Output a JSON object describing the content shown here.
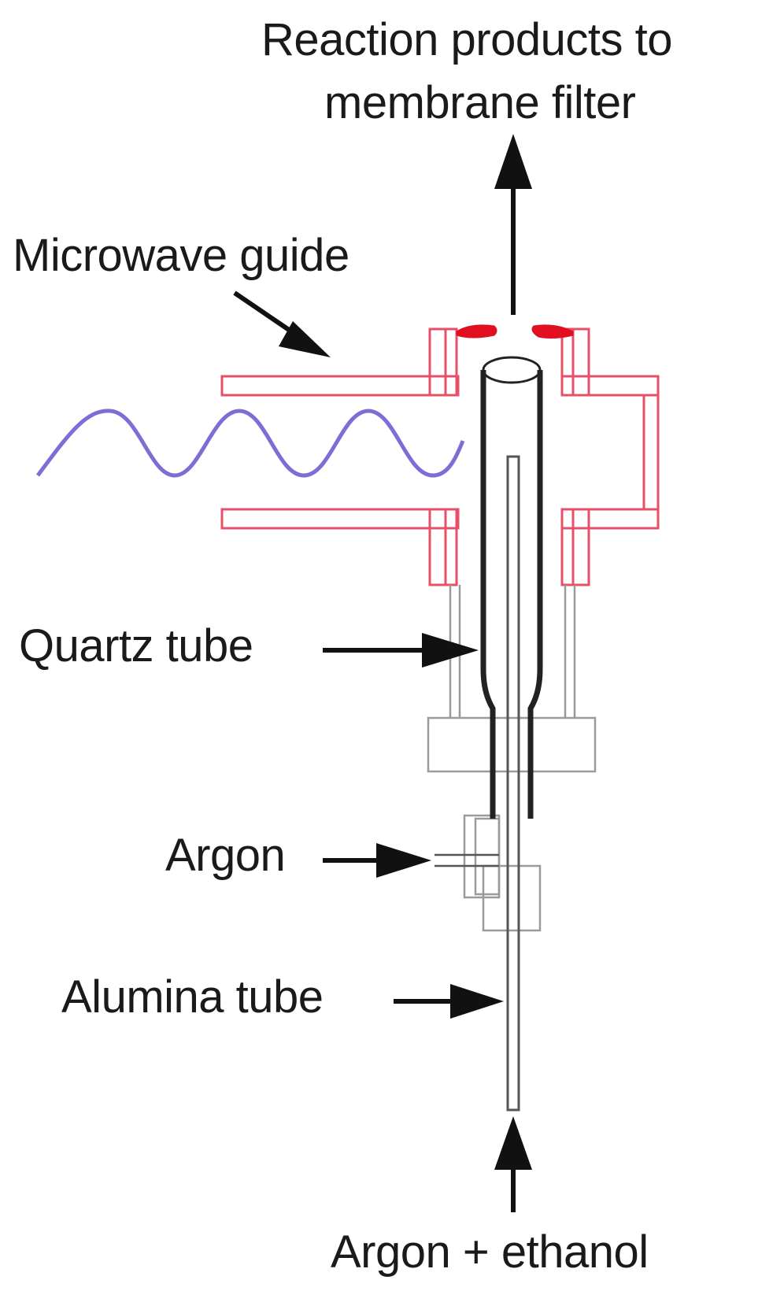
{
  "labels": {
    "outlet_line1": "Reaction products to",
    "outlet_line2": "membrane filter",
    "microwave_guide": "Microwave guide",
    "quartz_tube": "Quartz tube",
    "argon": "Argon",
    "alumina_tube": "Alumina tube",
    "inlet": "Argon + ethanol"
  },
  "colors": {
    "waveguide": "#e8506a",
    "flange_red": "#e01020",
    "microwave": "#7b6fd6",
    "quartz": "#222222",
    "alumina": "#555555",
    "fitting": "#9a9a9a",
    "arrow": "#111111",
    "text": "#1a1a1a"
  }
}
